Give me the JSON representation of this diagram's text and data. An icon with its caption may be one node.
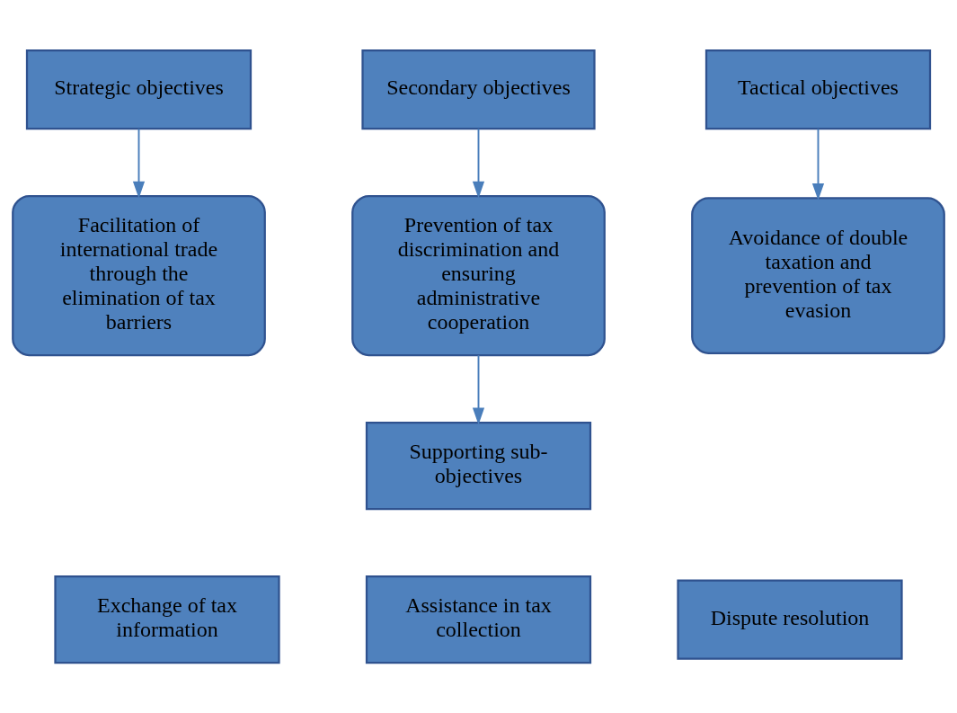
{
  "diagram": {
    "nodes": [
      {
        "text": [
          "Strategic objectives"
        ]
      },
      {
        "text": [
          "Secondary objectives"
        ]
      },
      {
        "text": [
          "Tactical objectives"
        ]
      },
      {
        "text": [
          "Facilitation of international trade through the elimination of tax barriers"
        ]
      },
      {
        "text": [
          "Prevention of tax discrimination and ensuring administrative cooperation"
        ]
      },
      {
        "text": [
          "Avoidance of double taxation and prevention of tax evasion"
        ]
      },
      {
        "text": [
          "Supporting sub-objectives"
        ]
      },
      {
        "text": [
          "Exchange of tax information"
        ]
      },
      {
        "text": [
          "Assistance in tax collection"
        ]
      },
      {
        "text": [
          "Dispute resolution"
        ]
      }
    ],
    "edges": [
      {
        "from": 0,
        "to": 3,
        "arrow": "to"
      },
      {
        "from": 1,
        "to": 4,
        "arrow": "to"
      },
      {
        "from": 2,
        "to": 5,
        "arrow": "to"
      },
      {
        "from": 4,
        "to": 6,
        "arrow": "to"
      }
    ]
  }
}
